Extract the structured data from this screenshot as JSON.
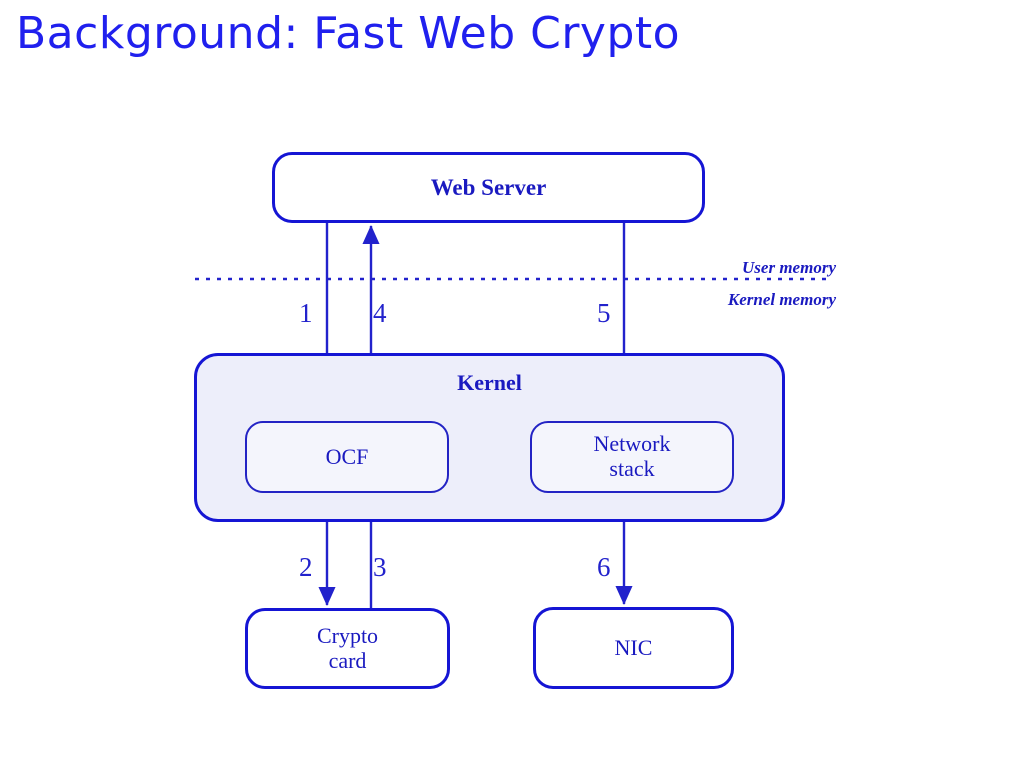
{
  "slide": {
    "title": "Background: Fast Web Crypto",
    "title_color": "#2020ee",
    "background_color": "#ffffff",
    "accent_color": "#1515d4"
  },
  "diagram": {
    "type": "block-diagram",
    "boundary": {
      "style": "dotted",
      "above_label": "User memory",
      "below_label": "Kernel memory"
    },
    "nodes": [
      {
        "id": "web-server",
        "label": "Web Server",
        "region": "user"
      },
      {
        "id": "kernel",
        "label": "Kernel",
        "region": "kernel"
      },
      {
        "id": "ocf",
        "label": "OCF",
        "region": "kernel"
      },
      {
        "id": "network-stack",
        "label": "Network\nstack",
        "region": "kernel"
      },
      {
        "id": "crypto-card",
        "label": "Crypto\ncard",
        "region": "hardware"
      },
      {
        "id": "nic",
        "label": "NIC",
        "region": "hardware"
      }
    ],
    "steps": [
      {
        "number": "1",
        "from": "web-server",
        "to": "ocf",
        "direction": "down"
      },
      {
        "number": "2",
        "from": "ocf",
        "to": "crypto-card",
        "direction": "down"
      },
      {
        "number": "3",
        "from": "crypto-card",
        "to": "ocf",
        "direction": "up"
      },
      {
        "number": "4",
        "from": "ocf",
        "to": "web-server",
        "direction": "up"
      },
      {
        "number": "5",
        "from": "web-server",
        "to": "network-stack",
        "direction": "down"
      },
      {
        "number": "6",
        "from": "network-stack",
        "to": "nic",
        "direction": "down"
      }
    ]
  }
}
